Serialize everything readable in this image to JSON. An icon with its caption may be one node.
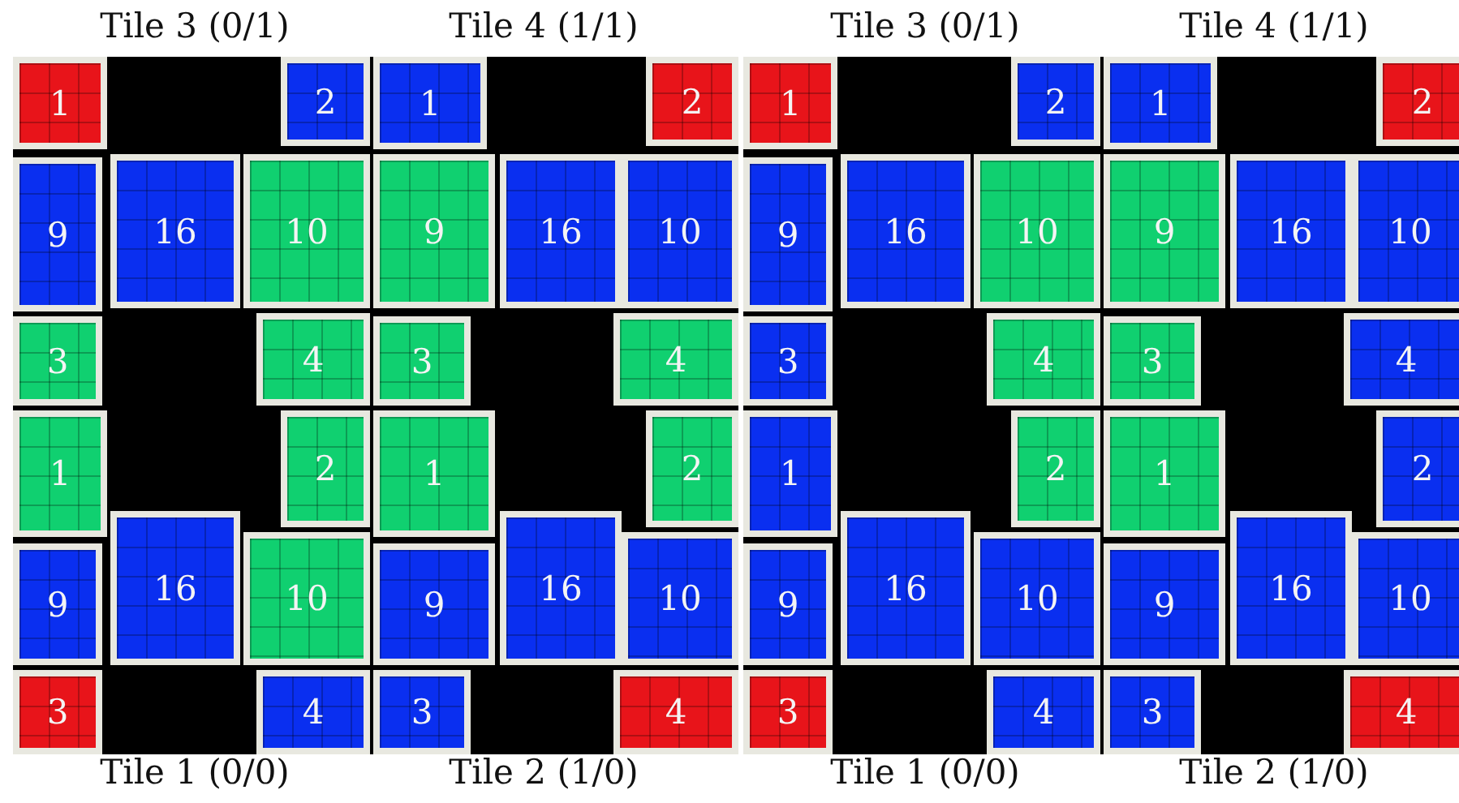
{
  "diagram": {
    "nodes": [
      {
        "text": [
          "1"
        ]
      },
      {
        "text": [
          "2"
        ]
      },
      {
        "text": [
          "1"
        ]
      },
      {
        "text": [
          "2"
        ]
      },
      {
        "text": [
          "9"
        ]
      },
      {
        "text": [
          "16"
        ]
      },
      {
        "text": [
          "10"
        ]
      },
      {
        "text": [
          "9"
        ]
      },
      {
        "text": [
          "16"
        ]
      },
      {
        "text": [
          "10"
        ]
      },
      {
        "text": [
          "3"
        ]
      },
      {
        "text": [
          "4"
        ]
      },
      {
        "text": [
          "3"
        ]
      },
      {
        "text": [
          "4"
        ]
      },
      {
        "text": [
          "1"
        ]
      },
      {
        "text": [
          "2"
        ]
      },
      {
        "text": [
          "1"
        ]
      },
      {
        "text": [
          "2"
        ]
      },
      {
        "text": [
          "9"
        ]
      },
      {
        "text": [
          "16"
        ]
      },
      {
        "text": [
          "10"
        ]
      },
      {
        "text": [
          "9"
        ]
      },
      {
        "text": [
          "16"
        ]
      },
      {
        "text": [
          "10"
        ]
      },
      {
        "text": [
          "3"
        ]
      },
      {
        "text": [
          "4"
        ]
      },
      {
        "text": [
          "3"
        ]
      },
      {
        "text": [
          "4"
        ]
      },
      {
        "text": [
          "1"
        ]
      },
      {
        "text": [
          "2"
        ]
      },
      {
        "text": [
          "1"
        ]
      },
      {
        "text": [
          "2"
        ]
      },
      {
        "text": [
          "9"
        ]
      },
      {
        "text": [
          "16"
        ]
      },
      {
        "text": [
          "10"
        ]
      },
      {
        "text": [
          "9"
        ]
      },
      {
        "text": [
          "16"
        ]
      },
      {
        "text": [
          "10"
        ]
      },
      {
        "text": [
          "3"
        ]
      },
      {
        "text": [
          "4"
        ]
      },
      {
        "text": [
          "3"
        ]
      },
      {
        "text": [
          "4"
        ]
      },
      {
        "text": [
          "1"
        ]
      },
      {
        "text": [
          "2"
        ]
      },
      {
        "text": [
          "1"
        ]
      },
      {
        "text": [
          "2"
        ]
      },
      {
        "text": [
          "9"
        ]
      },
      {
        "text": [
          "16"
        ]
      },
      {
        "text": [
          "10"
        ]
      },
      {
        "text": [
          "9"
        ]
      },
      {
        "text": [
          "16"
        ]
      },
      {
        "text": [
          "10"
        ]
      },
      {
        "text": [
          "3"
        ]
      },
      {
        "text": [
          "4"
        ]
      },
      {
        "text": [
          "3"
        ]
      },
      {
        "text": [
          "4"
        ]
      }
    ],
    "labels": [
      "Tile 3 (0/1)",
      "Tile 4 (1/1)",
      "Tile 3 (0/1)",
      "Tile 4 (1/1)",
      "Tile 1 (0/0)",
      "Tile 2 (1/0)",
      "Tile 1 (0/0)",
      "Tile 2 (1/0)"
    ]
  }
}
